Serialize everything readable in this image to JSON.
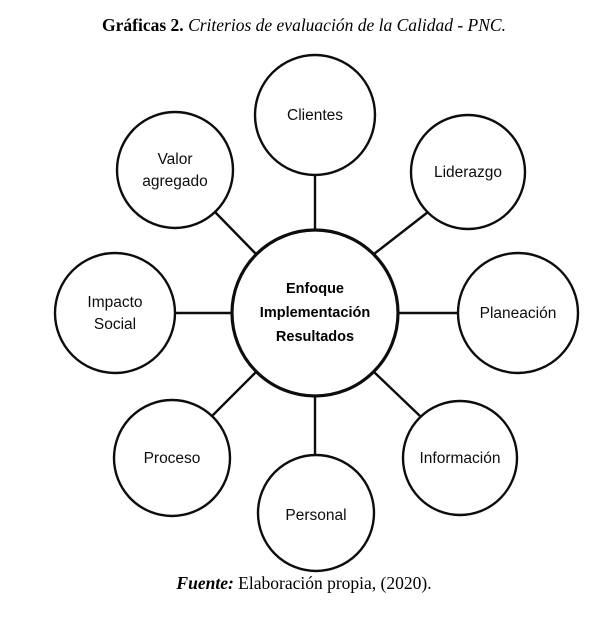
{
  "figure": {
    "title_label": "Gráficas 2.",
    "title_description": "Criterios de evaluación de la Calidad - PNC.",
    "source_label": "Fuente:",
    "source_text": "Elaboración propia, (2020)."
  },
  "diagram": {
    "type": "hub-and-spoke",
    "hub": {
      "name": "enfoque-implementacion-resultados",
      "lines": [
        "Enfoque",
        "Implementación",
        "Resultados"
      ],
      "line1": "Enfoque",
      "line2": "Implementación",
      "line3": "Resultados"
    },
    "nodes": [
      {
        "id": "clientes",
        "line1": "Clientes",
        "line2": ""
      },
      {
        "id": "liderazgo",
        "line1": "Liderazgo",
        "line2": ""
      },
      {
        "id": "planeacion",
        "line1": "Planeación",
        "line2": ""
      },
      {
        "id": "informacion",
        "line1": "Información",
        "line2": ""
      },
      {
        "id": "personal",
        "line1": "Personal",
        "line2": ""
      },
      {
        "id": "proceso",
        "line1": "Proceso",
        "line2": ""
      },
      {
        "id": "impacto-social",
        "line1": "Impacto",
        "line2": "Social"
      },
      {
        "id": "valor-agregado",
        "line1": "Valor",
        "line2": "agregado"
      }
    ],
    "colors": {
      "stroke": "#0d0d0d",
      "fill": "#ffffff",
      "text": "#000000"
    }
  }
}
